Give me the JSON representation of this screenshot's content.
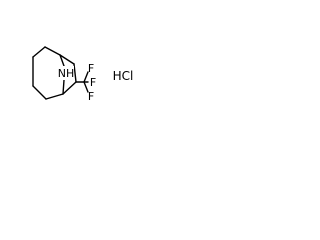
{
  "molecule": {
    "atoms": {
      "nh": "NH",
      "f_top": "F",
      "f_right": "F",
      "f_bottom": "F"
    },
    "salt": "HCl"
  },
  "colors": {
    "bond": "#000000",
    "text": "#000000",
    "background": "#ffffff"
  }
}
